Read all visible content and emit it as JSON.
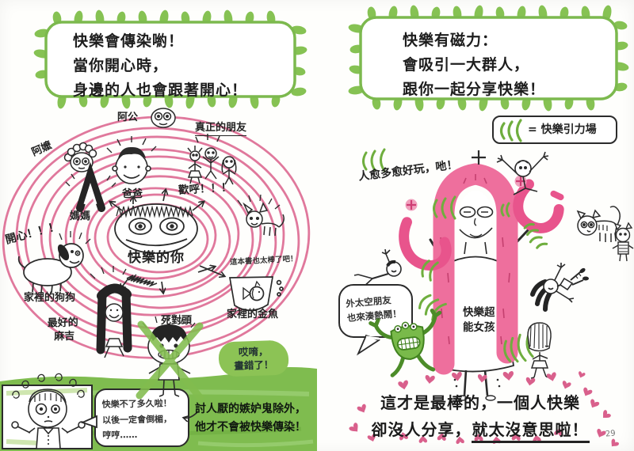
{
  "colors": {
    "marker_green": "#7cb94e",
    "leaf_green": "#86c253",
    "spiral_pink": "#e0789c",
    "magenta_pink": "#e8548c",
    "heart_pink": "#d9608c",
    "ink": "#2b2b2b"
  },
  "left_page": {
    "speech_bubble": {
      "line1": "快樂會傳染喲！",
      "line2": "當你開心時，",
      "line3": "身邊的人也會跟著開心！"
    },
    "labels": {
      "grandpa": "阿公",
      "grandma": "阿嬤",
      "real_friends": "真正的朋友",
      "mom": "媽媽",
      "dad": "爸爸",
      "cheer": "歡呼！！！",
      "happy": "開心！！！",
      "happy_you": "快樂的你",
      "family_dog": "家裡的狗狗",
      "best_buddy_line1": "最好的",
      "best_buddy_line2": "麻吉",
      "arch_enemy": "死對頭",
      "family_goldfish": "家裡的金魚",
      "goldfish_note": "這本書也太棒了吧！",
      "oops_line1": "哎唷，",
      "oops_line2": "畫錯了！"
    },
    "jealousy_box": {
      "bubble_line1": "快樂不了多久啦！",
      "bubble_line2": "以後一定會倒楣，",
      "bubble_line3": "哼哼……",
      "caption_line1": "討人厭的嫉妒鬼除外，",
      "caption_line2": "他才不會被快樂傳染！"
    }
  },
  "right_page": {
    "speech_bubble": {
      "line1": "快樂有磁力：",
      "line2": "會吸引一大群人，",
      "line3": "跟你一起分享快樂！"
    },
    "legend_label": "= 快樂引力場",
    "notes": {
      "more_people": "人愈多愈好玩，吔！",
      "super_girl_line1": "快樂超",
      "super_girl_line2": "能女孩",
      "alien_line1": "外太空朋友",
      "alien_line2": "也來湊熱鬧！"
    },
    "bottom_message": {
      "line1": "這才是最棒的，一個人快樂",
      "line2_prefix": "卻沒人分享，",
      "line2_underlined": "就太沒意思啦！"
    },
    "page_number": "29"
  }
}
